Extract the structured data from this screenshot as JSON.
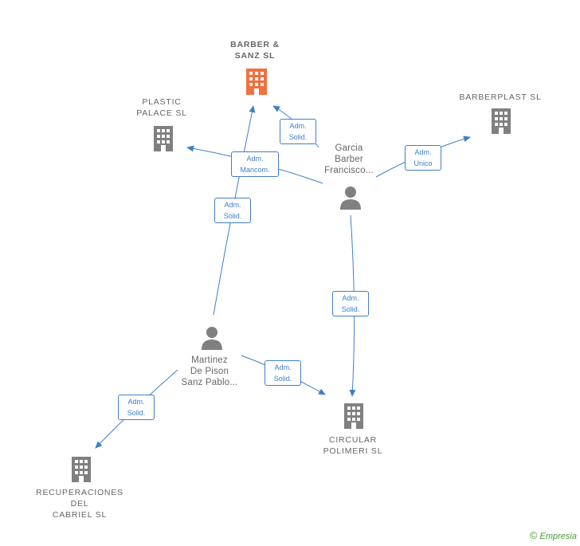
{
  "nodes": {
    "barber_sanz": {
      "label": "BARBER &\nSANZ  SL",
      "color": "#f07040"
    },
    "plastic_palace": {
      "label": "PLASTIC\nPALACE  SL",
      "color": "#808080"
    },
    "barberplast": {
      "label": "BARBERPLAST SL",
      "color": "#808080"
    },
    "garcia": {
      "label": "Garcia\nBarber\nFrancisco..."
    },
    "martinez": {
      "label": "Martinez\nDe Pison\nSanz Pablo..."
    },
    "circular": {
      "label": "CIRCULAR\nPOLIMERI  SL",
      "color": "#808080"
    },
    "recuperaciones": {
      "label": "RECUPERACIONES\nDEL\nCABRIEL  SL",
      "color": "#808080"
    }
  },
  "edges": {
    "e1": "Adm.\nSolid.",
    "e2": "Adm.\nMancom.",
    "e3": "Adm.\nUnico",
    "e4": "Adm.\nSolid.",
    "e5": "Adm.\nSolid.",
    "e6": "Adm.\nSolid.",
    "e7": "Adm.\nSolid."
  },
  "brand": {
    "copyright": "©",
    "name": "Empresia"
  },
  "colors": {
    "edge": "#3f7fc8",
    "person": "#808080",
    "main_company": "#f07040",
    "company": "#808080"
  }
}
